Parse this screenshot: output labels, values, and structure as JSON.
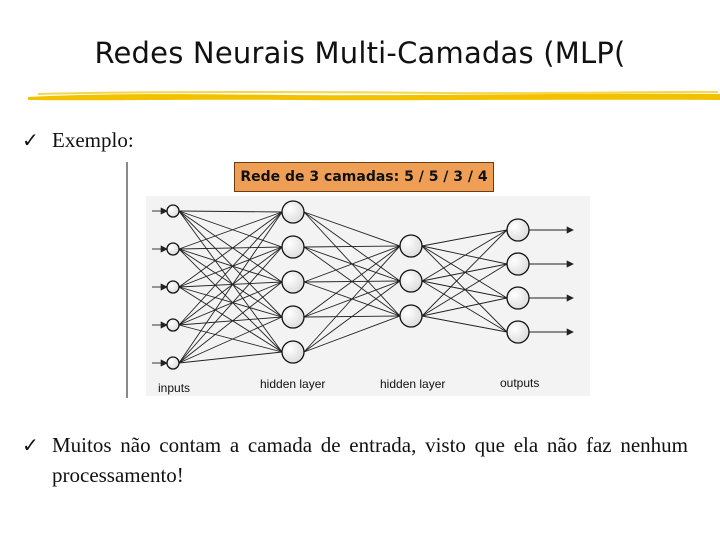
{
  "slide": {
    "title": "Redes Neurais Multi-Camadas (MLP(",
    "accent_color": "#f2c200"
  },
  "bullets": [
    {
      "icon": "checkmark-icon",
      "symbol": "✓",
      "text": "Exemplo:"
    },
    {
      "icon": "checkmark-icon",
      "symbol": "✓",
      "text": "Muitos não contam a camada de entrada, visto que ela não faz nenhum processamento!"
    }
  ],
  "figure": {
    "caption": "Rede de 3 camadas: 5 / 5 / 3 / 4",
    "layer_labels": [
      "inputs",
      "hidden layer",
      "hidden layer",
      "outputs"
    ],
    "layers": [
      5,
      5,
      3,
      4
    ]
  }
}
